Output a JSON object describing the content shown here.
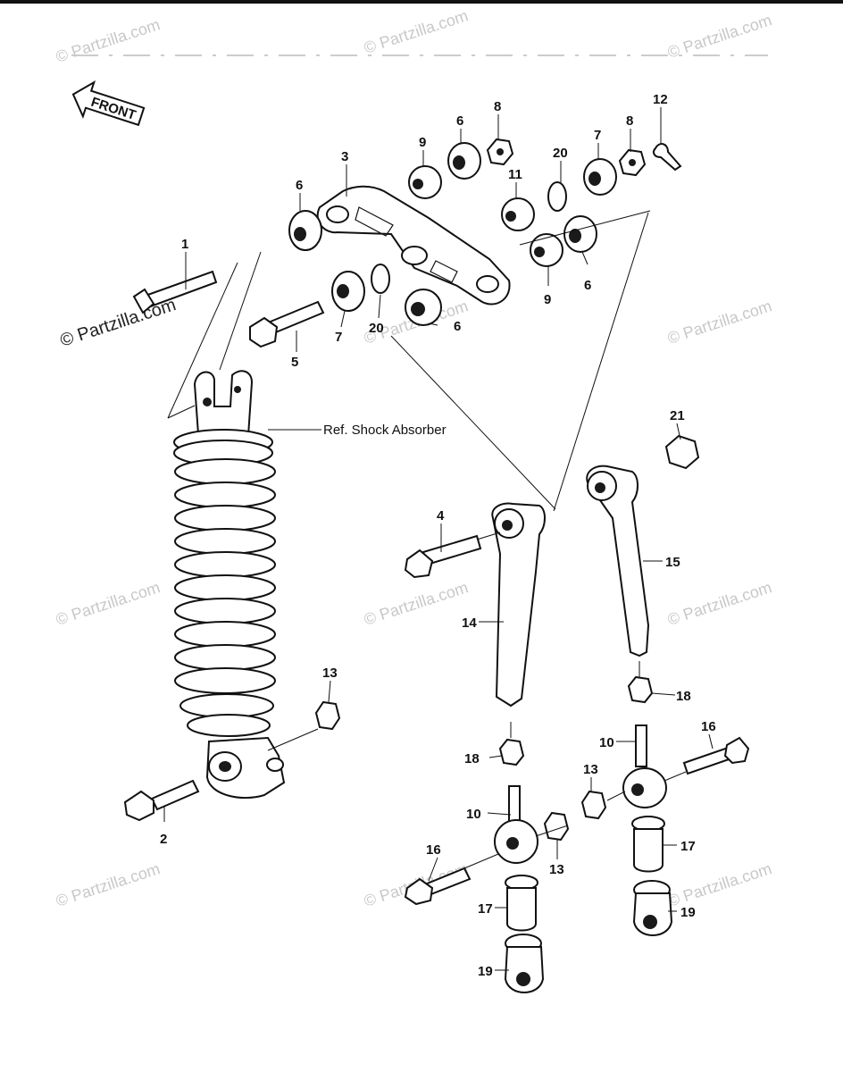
{
  "watermark": "© Partzilla.com",
  "front_label": "FRONT",
  "reference_note": "Ref. Shock Absorber",
  "callouts": [
    "1",
    "2",
    "3",
    "4",
    "5",
    "6",
    "7",
    "8",
    "9",
    "10",
    "11",
    "12",
    "13",
    "14",
    "15",
    "16",
    "17",
    "18",
    "19",
    "20",
    "21"
  ]
}
